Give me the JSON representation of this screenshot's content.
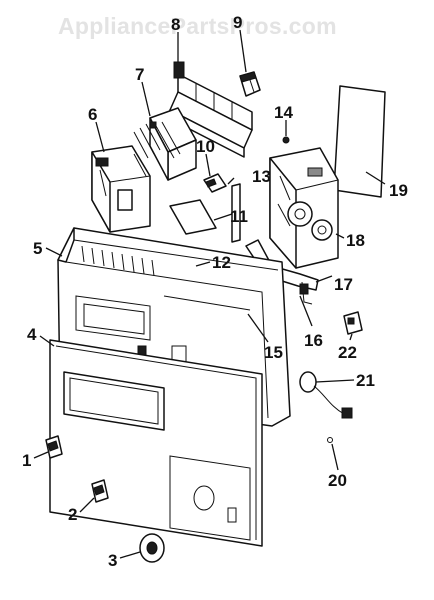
{
  "watermark": "AppliancePartsPros.com",
  "callouts": [
    {
      "id": "1",
      "label": "1"
    },
    {
      "id": "2",
      "label": "2"
    },
    {
      "id": "3",
      "label": "3"
    },
    {
      "id": "4",
      "label": "4"
    },
    {
      "id": "5",
      "label": "5"
    },
    {
      "id": "6",
      "label": "6"
    },
    {
      "id": "7",
      "label": "7"
    },
    {
      "id": "8",
      "label": "8"
    },
    {
      "id": "9",
      "label": "9"
    },
    {
      "id": "10",
      "label": "10"
    },
    {
      "id": "11",
      "label": "11"
    },
    {
      "id": "12",
      "label": "12"
    },
    {
      "id": "13",
      "label": "13"
    },
    {
      "id": "14",
      "label": "14"
    },
    {
      "id": "15",
      "label": "15"
    },
    {
      "id": "16",
      "label": "16"
    },
    {
      "id": "17",
      "label": "17"
    },
    {
      "id": "18",
      "label": "18"
    },
    {
      "id": "19",
      "label": "19"
    },
    {
      "id": "20",
      "label": "20"
    },
    {
      "id": "21",
      "label": "21"
    },
    {
      "id": "22",
      "label": "22"
    }
  ],
  "colors": {
    "ink": "#111111",
    "watermark": "#e3e3e3",
    "background": "#ffffff"
  }
}
